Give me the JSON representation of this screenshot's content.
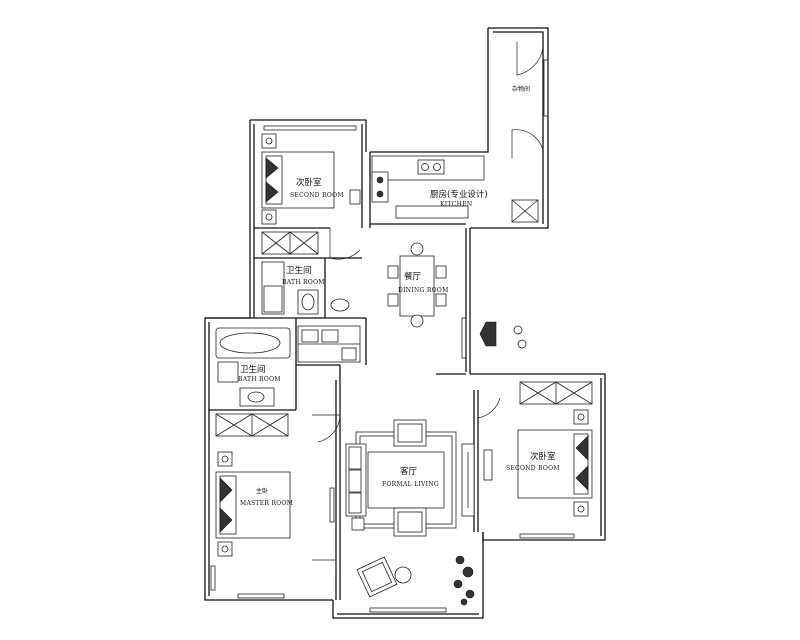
{
  "rooms": {
    "storage": {
      "zh": "杂物间"
    },
    "second_room_top": {
      "zh": "次卧室",
      "en": "SECOND ROOM"
    },
    "kitchen": {
      "zh": "厨房(专业设计)",
      "en": "KITCHEN"
    },
    "bath_top": {
      "zh": "卫生间",
      "en": "BATH ROOM"
    },
    "dining": {
      "zh": "餐厅",
      "en": "DINING ROOM"
    },
    "bath_left": {
      "zh": "卫生间",
      "en": "BATH ROOM"
    },
    "living": {
      "zh": "客厅",
      "en": "FORMAL LIVING"
    },
    "master": {
      "zh": "主卧",
      "en": "MASTER ROOM"
    },
    "second_room_right": {
      "zh": "次卧室",
      "en": "SECOND ROOM"
    }
  }
}
